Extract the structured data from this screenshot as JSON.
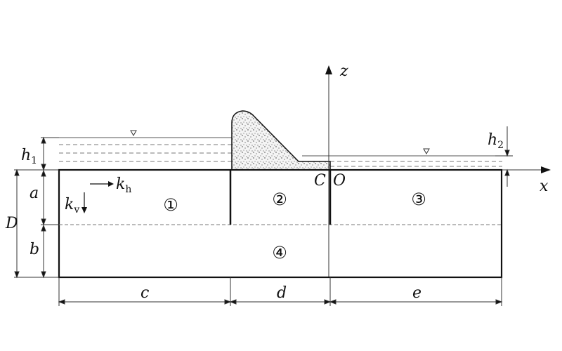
{
  "labels": {
    "h1": "h",
    "h1_sub": "1",
    "h2": "h",
    "h2_sub": "2",
    "z_axis": "z",
    "x_axis": "x",
    "point_C": "C",
    "point_O": "O",
    "kh": "k",
    "kh_sub": "h",
    "kv": "k",
    "kv_sub": "v",
    "a": "a",
    "b": "b",
    "D": "D",
    "c": "c",
    "d": "d",
    "e": "e"
  },
  "regions": {
    "region1": "①",
    "region2": "②",
    "region3": "③",
    "region4": "④"
  }
}
